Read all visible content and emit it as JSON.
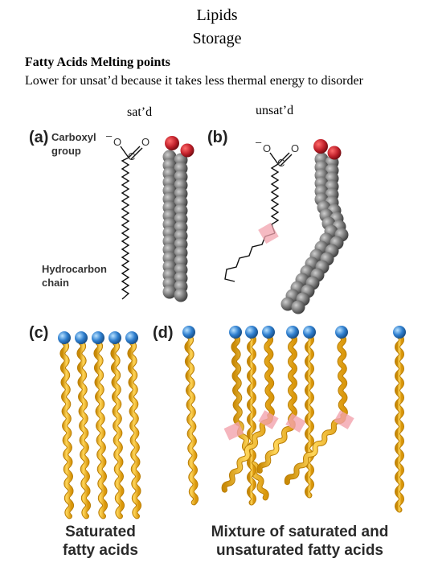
{
  "title_line1": "Lipids",
  "title_line2": "Storage",
  "heading": "Fatty Acids Melting points",
  "subtext": "Lower for unsat’d because it takes less thermal energy to disorder",
  "label_saturated": "sat’d",
  "label_unsaturated": "unsat’d",
  "figure": {
    "panel_a": "(a)",
    "panel_b": "(b)",
    "panel_c": "(c)",
    "panel_d": "(d)",
    "carboxyl_line1": "Carboxyl",
    "carboxyl_line2": "group",
    "hydrocarbon_line1": "Hydrocarbon",
    "hydrocarbon_line2": "chain",
    "atom_o": "O",
    "atom_c": "C",
    "charge": "–",
    "caption_c_line1": "Saturated",
    "caption_c_line2": "fatty acids",
    "caption_d_line1": "Mixture of saturated and",
    "caption_d_line2": "unsaturated fatty acids"
  },
  "colors": {
    "head": "#2f7fcf",
    "tail": "#f0b21e",
    "carbon": "#6b6b6b",
    "oxygen": "#c0202a",
    "double_bond": "#f2a3ad"
  }
}
